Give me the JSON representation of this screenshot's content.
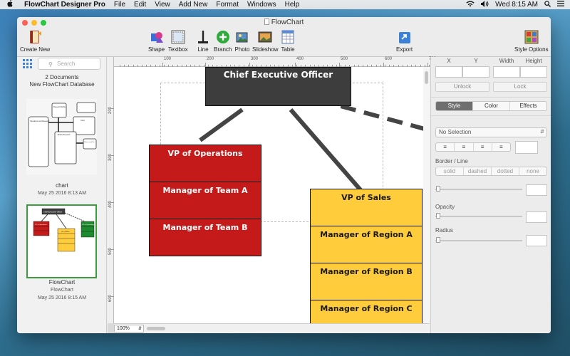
{
  "menubar": {
    "app_name": "FlowChart Designer Pro",
    "items": [
      "File",
      "Edit",
      "View",
      "Add New",
      "Format",
      "Windows",
      "Help"
    ],
    "clock": "Wed 8:15 AM"
  },
  "window": {
    "title": "FlowChart"
  },
  "toolbar": {
    "create_new": "Create New",
    "shape": "Shape",
    "textbox": "Textbox",
    "line": "Line",
    "branch": "Branch",
    "photo": "Photo",
    "slideshow": "Slideshow",
    "table": "Table",
    "export": "Export",
    "style_options": "Style Options"
  },
  "sidebar": {
    "search_placeholder": "Search",
    "doc_count": "2 Documents",
    "database": "New FlowChart Database",
    "docs": [
      {
        "name": "chart",
        "date": "May 25 2016 8:13 AM"
      },
      {
        "name": "FlowChart",
        "subtitle": "FlowChart",
        "date": "May 25 2016 8:15 AM"
      }
    ],
    "thumb1_labels": [
      "Operations and Research",
      "Research Alpha",
      "Chart",
      "Board Research",
      "Pluses and Pa..."
    ],
    "thumb2_labels": [
      "Chief Executive Officer",
      "VP of Operations",
      "VP of Technology",
      "VP of Sales"
    ]
  },
  "canvas": {
    "ruler_h": [
      "100",
      "200",
      "300",
      "400",
      "500",
      "600",
      "700"
    ],
    "ruler_v": [
      "200",
      "300",
      "400",
      "500",
      "600"
    ],
    "zoom": "100%",
    "nodes": {
      "ceo": "Chief Executive Officer",
      "vp_ops": "VP of Operations",
      "mgr_a": "Manager of Team A",
      "mgr_b": "Manager of Team B",
      "vp_sales": "VP of Sales",
      "reg_a": "Manager of Region A",
      "reg_b": "Manager of Region B",
      "reg_c": "Manager of Region C"
    },
    "colors": {
      "red": "#c41a1a",
      "yellow": "#ffcc3c",
      "dark": "#3d3d3d"
    }
  },
  "inspector": {
    "x": "X",
    "y": "Y",
    "width": "Width",
    "height": "Height",
    "unlock": "Unlock",
    "lock": "Lock",
    "tabs": [
      "Style",
      "Color",
      "Effects"
    ],
    "selection": "No Selection",
    "border_line": "Border / Line",
    "line_styles": [
      "solid",
      "dashed",
      "dotted",
      "none"
    ],
    "opacity": "Opacity",
    "radius": "Radius"
  }
}
